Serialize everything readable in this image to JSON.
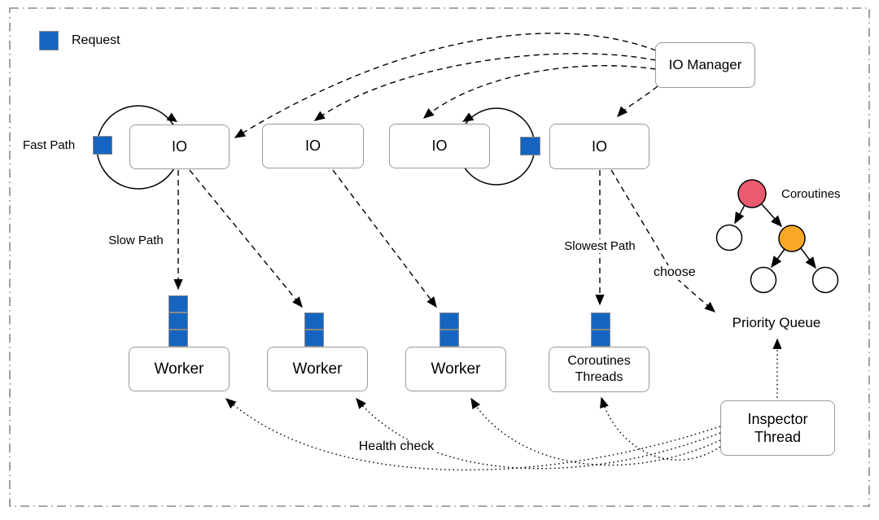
{
  "title": "IO architecture diagram",
  "colors": {
    "request_blue": "#1565C0",
    "coroutine_root_red": "#EA5B70",
    "coroutine_orange": "#F9A825",
    "box_border": "#9A9A9A",
    "outer_border": "#8A8A8A",
    "line_black": "#000000"
  },
  "legend": {
    "request_label": "Request"
  },
  "nodes": {
    "io_manager": "IO Manager",
    "io_boxes": [
      "IO",
      "IO",
      "IO",
      "IO"
    ],
    "workers": [
      "Worker",
      "Worker",
      "Worker"
    ],
    "coroutines_threads": "Coroutines Threads",
    "inspector_thread": "Inspector Thread",
    "priority_queue": "Priority Queue"
  },
  "labels": {
    "fast_path": "Fast Path",
    "slow_path": "Slow Path",
    "slowest_path": "Slowest Path",
    "choose": "choose",
    "health_check": "Health check",
    "coroutines": "Coroutines"
  },
  "queues": {
    "worker1_depth": 3,
    "worker2_depth": 2,
    "worker3_depth": 2,
    "coroutines_threads_depth": 2
  },
  "edges": [
    "IO Manager -> IO[0..3] (dashed dispatch)",
    "IO[0] self-loop (fast path), IO[2] self-loop",
    "IO[0] -> Worker1 queue (slow path)",
    "IO[0] -> Worker2 queue",
    "IO[1] -> Worker3 queue",
    "IO[3] -> Coroutines Threads queue (slowest path)",
    "IO[3] -> Priority Queue (choose)",
    "Inspector Thread -> Priority Queue (dotted)",
    "Inspector Thread -> Workers & Coroutines Threads (dotted health check)"
  ]
}
